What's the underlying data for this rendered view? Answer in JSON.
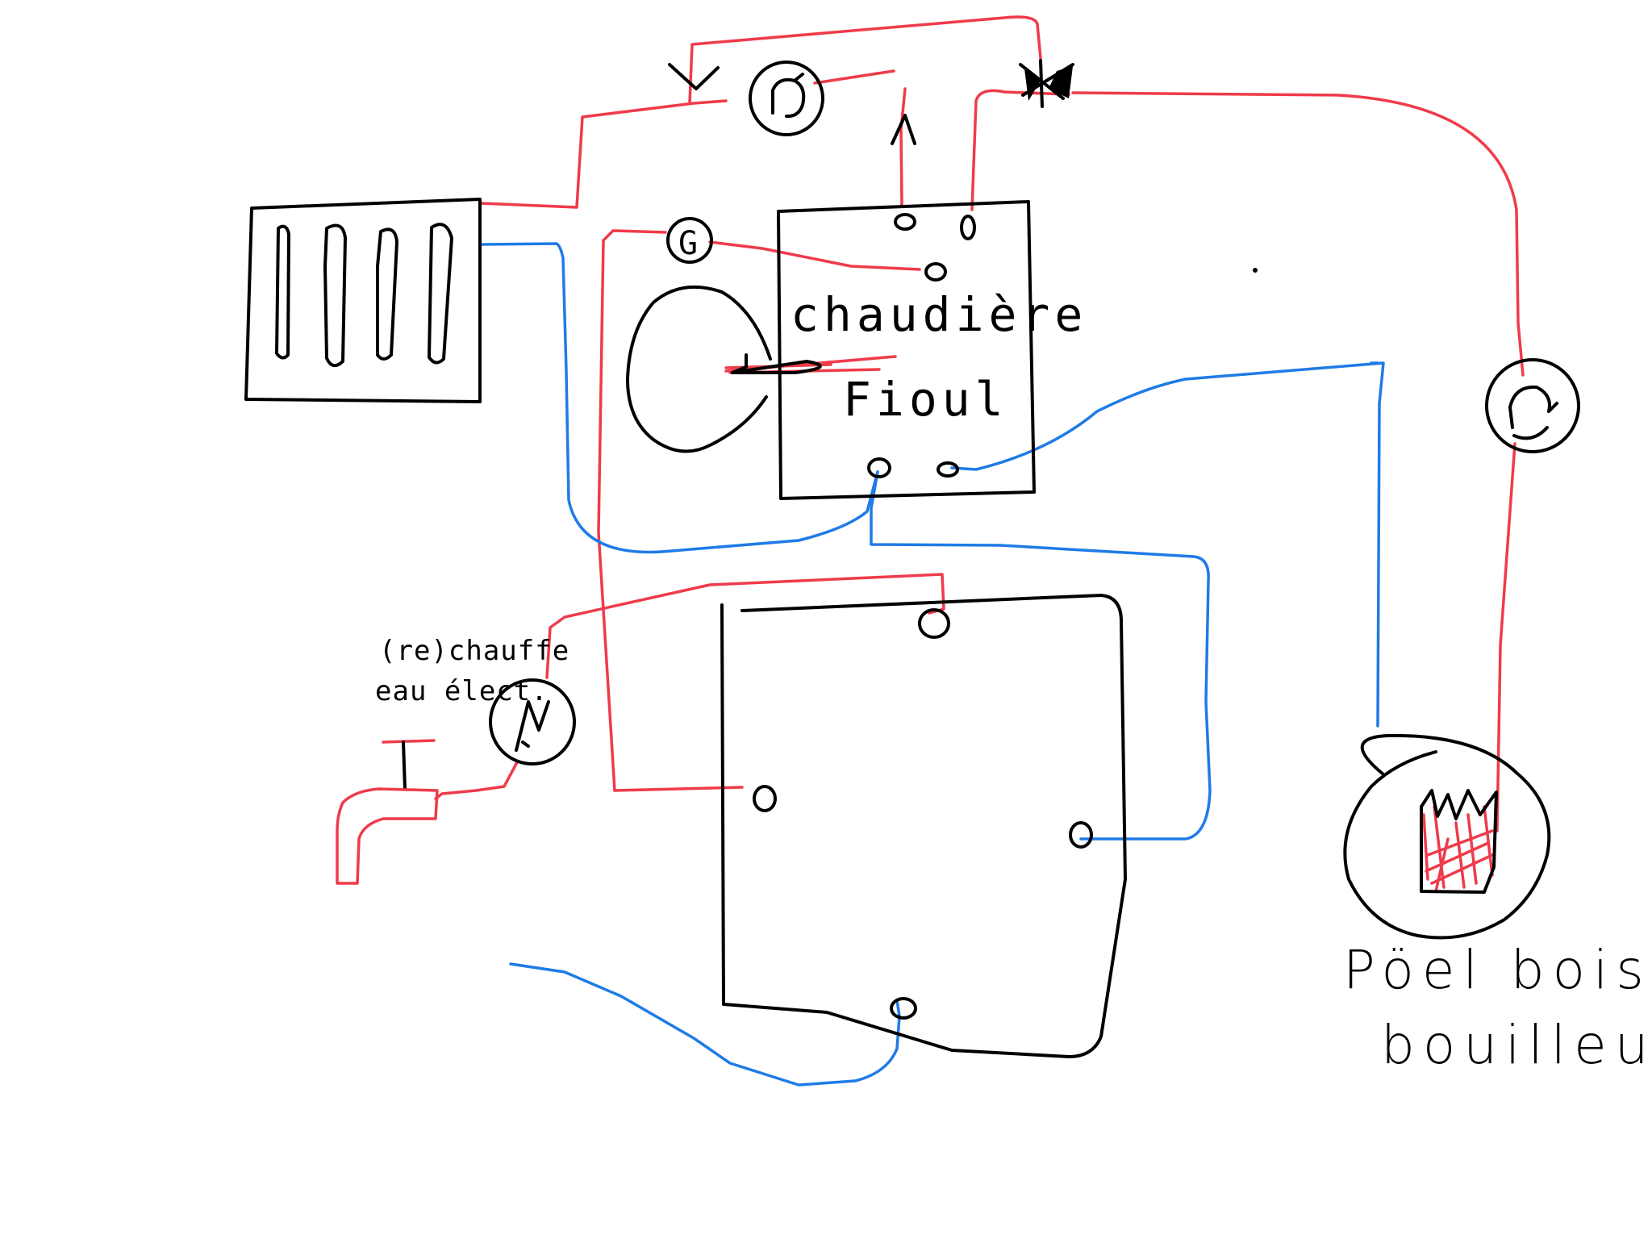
{
  "labels": {
    "boiler_line1": "chaudière",
    "boiler_line2": "Fioul",
    "heater_line1": "(re)chauffe",
    "heater_line2": "eau élect.",
    "stove_line1": "Pöel bois",
    "stove_line2": "bouilleur",
    "pump_letter": "G"
  },
  "icons": [
    "radiator-icon",
    "pump-icon",
    "three-way-valve-icon",
    "check-valve-icon",
    "electric-bolt-icon",
    "tap-icon",
    "fire-icon"
  ],
  "colors": {
    "outline": "#000000",
    "hot_water": "#ef3b4a",
    "cold_water": "#1f7be6"
  }
}
